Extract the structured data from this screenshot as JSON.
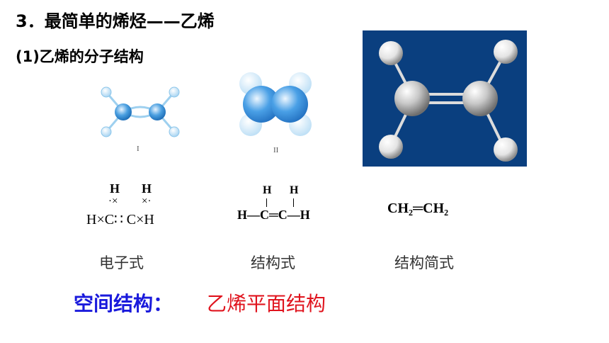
{
  "header": {
    "title": "3．最简单的烯烃——乙烯",
    "subtitle": "(1)乙烯的分子结构"
  },
  "models": {
    "ball_stick_label": "I",
    "space_filling_label": "II"
  },
  "formulas": {
    "electron": {
      "top_h1": "H",
      "top_h2": "H",
      "dot_cross_1": "·×",
      "dot_cross_2": "×·",
      "main": "H×C∷ C×H",
      "caption": "电子式"
    },
    "structural": {
      "top_h1": "H",
      "top_h2": "H",
      "main": "H—C═C—H",
      "caption": "结构式"
    },
    "simplified": {
      "text": "CH₂═CH₂",
      "caption": "结构简式"
    }
  },
  "spatial": {
    "label": "空间结构：",
    "value": "乙烯平面结构"
  },
  "colors": {
    "spatial_label": "#1a1adc",
    "spatial_value": "#e0141e",
    "model_background": "#0a3f7f"
  }
}
